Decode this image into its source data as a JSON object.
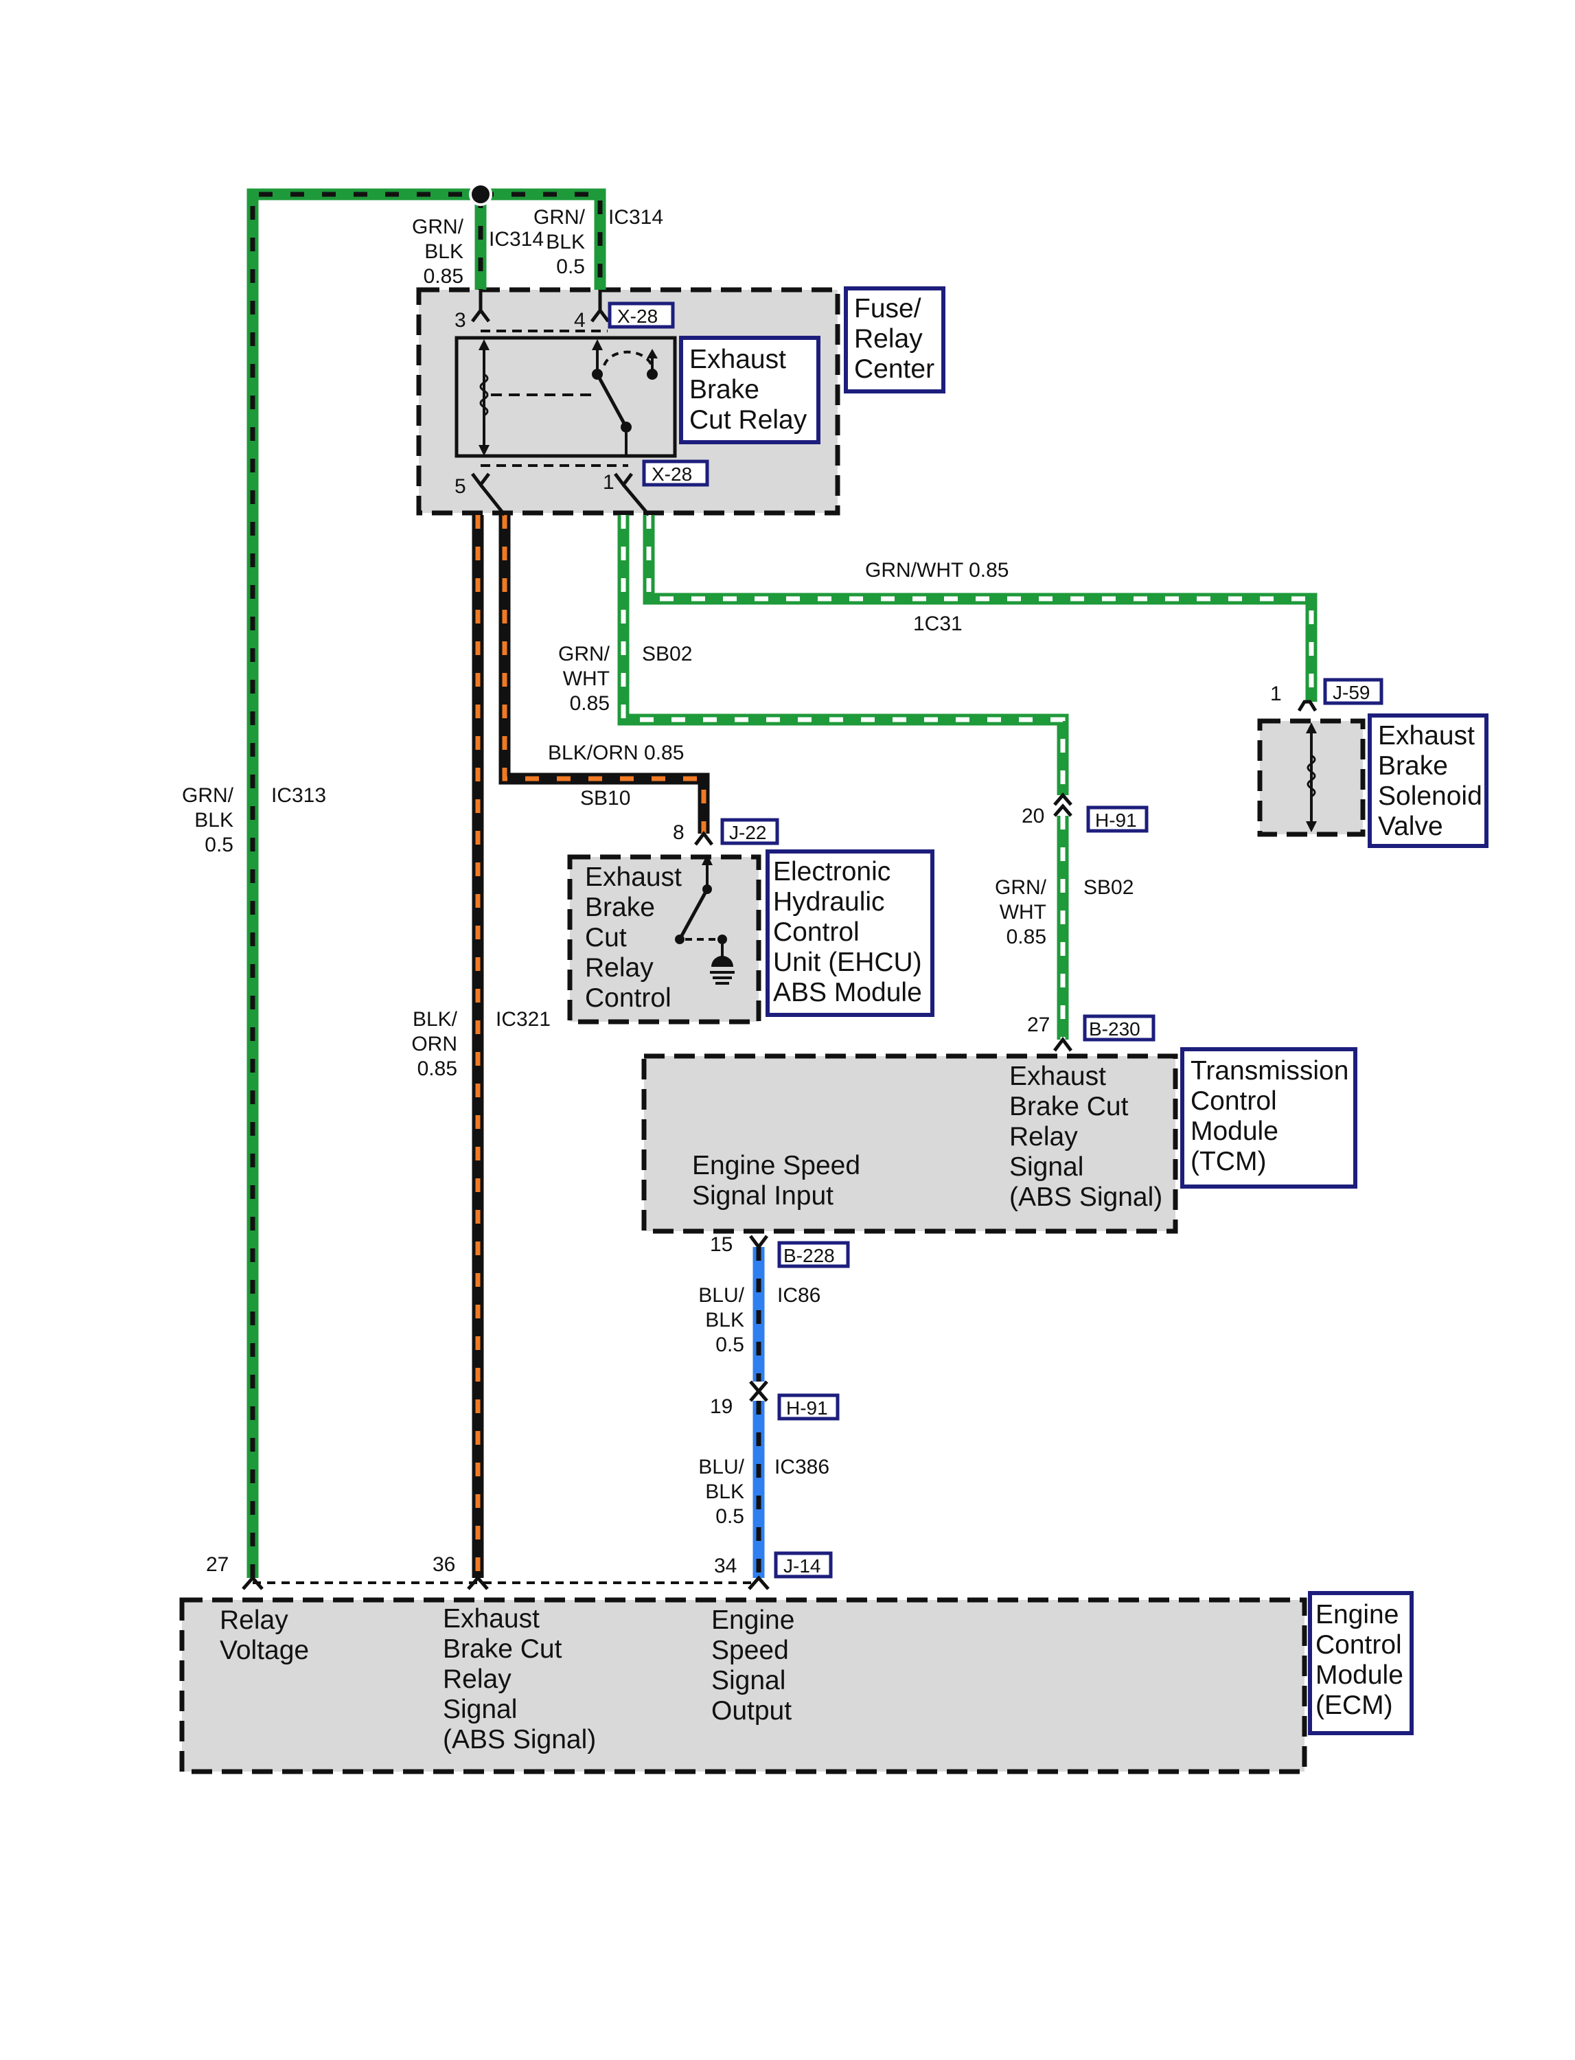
{
  "colors": {
    "green": "#1f9a3a",
    "black": "#111111",
    "orange": "#f07a24",
    "blue": "#2f7ff0",
    "module_fill": "#d9d9d9",
    "name_box_border": "#1d1e7c"
  },
  "modules": {
    "fuse_relay_center": "Fuse/\nRelay\nCenter",
    "exhaust_brake_cut_relay": "Exhaust\nBrake\nCut Relay",
    "ehcu": "Electronic\nHydraulic\nControl\nUnit (EHCU)\nABS Module",
    "ehcu_internal": "Exhaust\nBrake\nCut\nRelay\nControl",
    "solenoid": "Exhaust\nBrake\nSolenoid\nValve",
    "tcm": "Transmission\nControl\nModule\n(TCM)",
    "tcm_right_func": "Exhaust\nBrake Cut\nRelay\nSignal\n(ABS Signal)",
    "tcm_left_func": "Engine Speed\nSignal Input",
    "ecm": "Engine\nControl\nModule\n(ECM)",
    "ecm_func_1": "Relay\nVoltage",
    "ecm_func_2": "Exhaust\nBrake Cut\nRelay\nSignal\n(ABS Signal)",
    "ecm_func_3": "Engine\nSpeed\nSignal\nOutput"
  },
  "connectors": {
    "x28_top": "X-28",
    "x28_bottom": "X-28",
    "j59": "J-59",
    "j22": "J-22",
    "h91_top": "H-91",
    "b230": "B-230",
    "b228": "B-228",
    "h91_bottom": "H-91",
    "j14": "J-14"
  },
  "pins": {
    "relay_3": "3",
    "relay_4": "4",
    "relay_5": "5",
    "relay_1": "1",
    "solenoid_1": "1",
    "ehcu_8": "8",
    "h91_20": "20",
    "tcm_27": "27",
    "tcm_15": "15",
    "h91_19": "19",
    "ecm_27": "27",
    "ecm_36": "36",
    "ecm_34": "34"
  },
  "wires": {
    "left_spec": "GRN/\nBLK\n0.85",
    "left_circuit": "IC314",
    "right_spec": "GRN/\nBLK\n0.5",
    "right_circuit": "IC314",
    "ic313_spec": "GRN/\nBLK\n0.5",
    "ic313_circuit": "IC313",
    "solenoid_spec": "GRN/WHT 0.85",
    "solenoid_circuit": "1C31",
    "sb02_upper_spec": "GRN/\nWHT\n0.85",
    "sb02_upper_circuit": "SB02",
    "sb10_spec": "BLK/ORN 0.85",
    "sb10_circuit": "SB10",
    "ic321_spec": "BLK/\nORN\n0.85",
    "ic321_circuit": "IC321",
    "sb02_lower_spec": "GRN/\nWHT\n0.85",
    "sb02_lower_circuit": "SB02",
    "ic86_spec": "BLU/\nBLK\n0.5",
    "ic86_circuit": "IC86",
    "ic386_spec": "BLU/\nBLK\n0.5",
    "ic386_circuit": "IC386"
  }
}
